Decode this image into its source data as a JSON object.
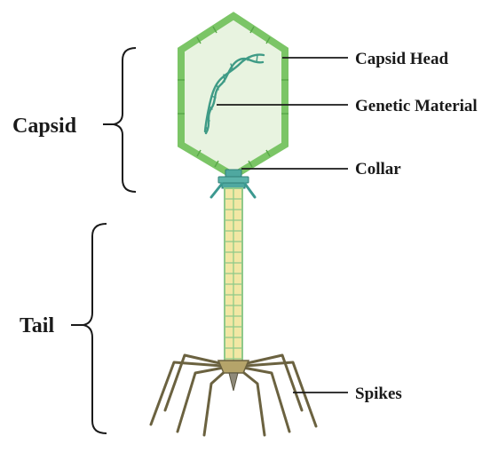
{
  "labels": {
    "capsid_group": "Capsid",
    "tail_group": "Tail",
    "capsid_head": "Capsid Head",
    "genetic_material": "Genetic Material",
    "collar": "Collar",
    "spikes": "Spikes"
  },
  "colors": {
    "capsid_fill": "#e8f3e0",
    "capsid_edge": "#7bc566",
    "dna": "#3f9b86",
    "collar": "#4fa8a0",
    "tail_fill": "#f2e7a4",
    "tail_edge": "#8fc98a",
    "spike": "#6b6240",
    "line": "#1a1a1a"
  }
}
